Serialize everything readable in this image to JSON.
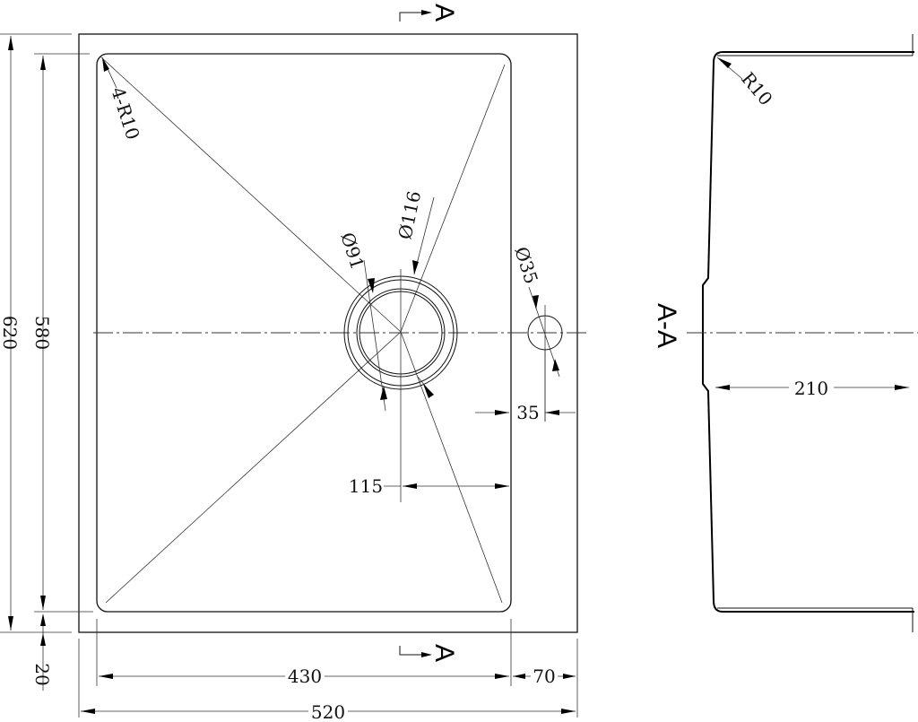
{
  "drawing": {
    "section_marker_top": "A",
    "section_marker_bottom": "A",
    "section_view_label": "A-A",
    "dims": {
      "overall_height": "620",
      "bowl_height": "580",
      "bottom_margin": "20",
      "bowl_width": "430",
      "right_margin": "70",
      "overall_width": "520",
      "drain_offset": "115",
      "tap_offset": "35",
      "corner_radius_plan": "4-R10",
      "drain_dia_inner": "Ø91",
      "drain_dia_outer": "Ø116",
      "tap_hole_dia": "Ø35",
      "section_radius": "R10",
      "depth": "210"
    }
  }
}
